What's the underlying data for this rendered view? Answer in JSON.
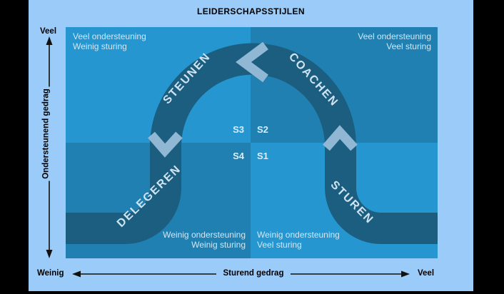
{
  "title": "LEIDERSCHAPSSTIJLEN",
  "axes": {
    "y": {
      "label": "Ondersteunend gedrag",
      "max_label": "Veel",
      "min_label": "Weinig"
    },
    "x": {
      "label": "Sturend gedrag",
      "min_label": "Weinig",
      "max_label": "Veel"
    }
  },
  "quadrants": {
    "top_left": {
      "s_label": "S3",
      "band_label": "STEUNEN",
      "line1": "Veel ondersteuning",
      "line2": "Weinig sturing"
    },
    "top_right": {
      "s_label": "S2",
      "band_label": "COACHEN",
      "line1": "Veel ondersteuning",
      "line2": "Veel sturing"
    },
    "bottom_left": {
      "s_label": "S4",
      "band_label": "DELEGEREN",
      "line1": "Weinig ondersteuning",
      "line2": "Weinig sturing"
    },
    "bottom_right": {
      "s_label": "S1",
      "band_label": "STUREN",
      "line1": "Weinig ondersteuning",
      "line2": "Veel sturing"
    }
  },
  "colors": {
    "outer_background": "#9bcbf8",
    "quadrant_light": "#2696d1",
    "quadrant_dark": "#2080b2",
    "band": "#1b5e80",
    "chevron": "#90b8d4",
    "light_text": "#cfe8f7",
    "dark_text": "#000000",
    "side_bars": "#000000"
  }
}
